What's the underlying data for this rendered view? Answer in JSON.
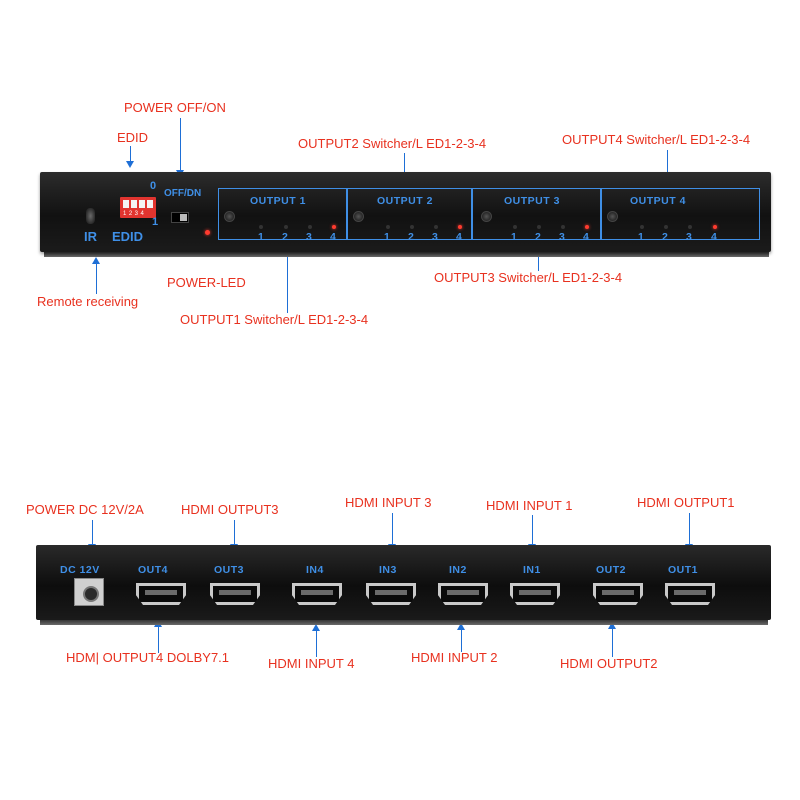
{
  "front_annotations": {
    "power_off_on": "POWER OFF/ON",
    "edid": "EDID",
    "output2_switcher": "OUTPUT2 Switcher/L ED1-2-3-4",
    "output4_switcher": "OUTPUT4 Switcher/L ED1-2-3-4",
    "remote_receiving": "Remote receiving",
    "power_led": "POWER-LED",
    "output1_switcher": "OUTPUT1 Switcher/L ED1-2-3-4",
    "output3_switcher": "OUTPUT3 Switcher/L ED1-2-3-4"
  },
  "front_panel": {
    "ir": "IR",
    "edid": "EDID",
    "switch_0": "0",
    "switch_1": "1",
    "off_on": "OFF/DN",
    "dip_numbers": "1234",
    "outputs": [
      {
        "title": "OUTPUT 1",
        "active_led": 4
      },
      {
        "title": "OUTPUT 2",
        "active_led": 4
      },
      {
        "title": "OUTPUT 3",
        "active_led": 4
      },
      {
        "title": "OUTPUT 4",
        "active_led": 4
      }
    ],
    "led_numbers": [
      "1",
      "2",
      "3",
      "4"
    ]
  },
  "back_annotations": {
    "power_dc": "POWER DC 12V/2A",
    "hdmi_output3": "HDMI OUTPUT3",
    "hdmi_input3": "HDMI INPUT 3",
    "hdmi_input1": "HDMI INPUT 1",
    "hdmi_output1": "HDMI OUTPUT1",
    "hdmi_output4": "HDM| OUTPUT4 DOLBY7.1",
    "hdmi_input4": "HDMI INPUT 4",
    "hdmi_input2": "HDMI INPUT 2",
    "hdmi_output2": "HDMI OUTPUT2"
  },
  "back_panel": {
    "dc": "DC 12V",
    "ports": [
      "OUT4",
      "OUT3",
      "IN4",
      "IN3",
      "IN2",
      "IN1",
      "OUT2",
      "OUT1"
    ]
  },
  "colors": {
    "annotation_text": "#e8311f",
    "arrow": "#1e6fd6",
    "panel_label": "#3f8fe6",
    "led_on": "#ff3b2f",
    "dip_switch": "#e1342f"
  }
}
